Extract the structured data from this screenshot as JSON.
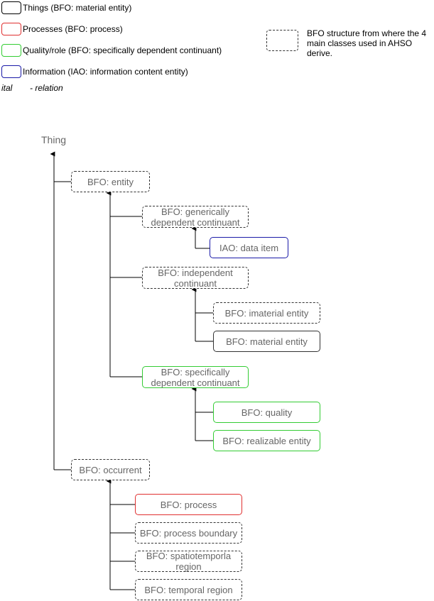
{
  "legend": {
    "items": [
      {
        "label": "Things (BFO: material entity)",
        "color": "#000000"
      },
      {
        "label": "Processes (BFO: process)",
        "color": "#e03030"
      },
      {
        "label": "Quality/role (BFO: specifically dependent continuant)",
        "color": "#33cc33"
      },
      {
        "label": "Information (IAO: information content entity)",
        "color": "#1a1aa8"
      }
    ],
    "ital_label": "ital",
    "relation_label": "- relation",
    "structure_note": "BFO structure from where the 4 main classes used in AHSO derive."
  },
  "tree": {
    "root": "Thing",
    "nodes": {
      "entity": "BFO: entity",
      "gdc": "BFO: generically dependent continuant",
      "data_item": "IAO: data item",
      "ic": "BFO: independent continuant",
      "imaterial": "BFO: imaterial entity",
      "material": "BFO: material entity",
      "sdc": "BFO: specifically dependent continuant",
      "quality": "BFO: quality",
      "realizable": "BFO: realizable entity",
      "occurrent": "BFO: occurrent",
      "process": "BFO: process",
      "process_boundary": "BFO: process boundary",
      "spatiotemporal": "BFO: spatiotemporla region",
      "temporal": "BFO: temporal region"
    }
  }
}
